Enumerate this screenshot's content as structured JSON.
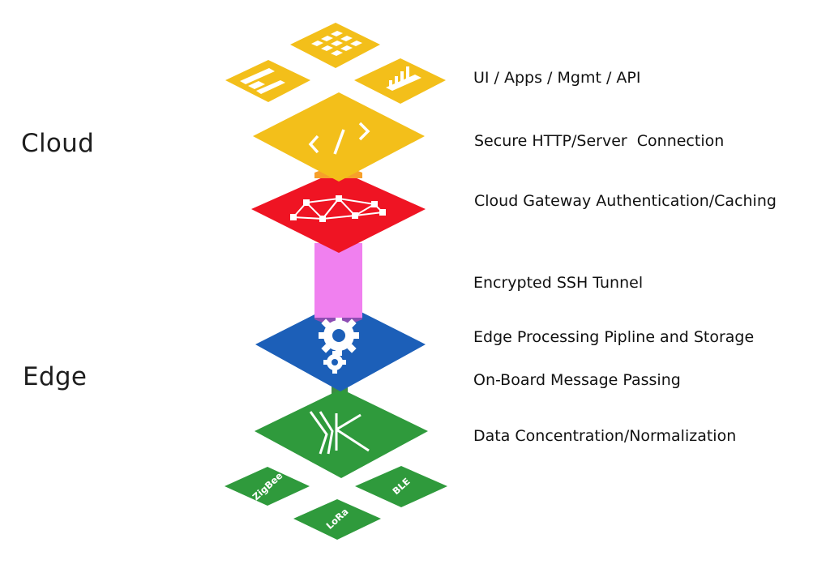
{
  "sections": {
    "cloud": "Cloud",
    "edge": "Edge"
  },
  "layers": [
    {
      "id": "ui-apps",
      "label": "UI / Apps / Mgmt / API"
    },
    {
      "id": "secure-http",
      "label": "Secure HTTP/Server  Connection"
    },
    {
      "id": "cloud-gateway",
      "label": "Cloud Gateway Authentication/Caching"
    },
    {
      "id": "ssh-tunnel",
      "label": "Encrypted SSH Tunnel"
    },
    {
      "id": "edge-processing",
      "label": "Edge Processing Pipline and Storage"
    },
    {
      "id": "message-passing",
      "label": "On-Board Message Passing"
    },
    {
      "id": "data-concentration",
      "label": "Data Concentration/Normalization"
    }
  ],
  "protocols": {
    "zigbee": "ZigBee",
    "lora": "LoRa",
    "ble": "BLE"
  },
  "colors": {
    "yellow": "#f3bf1a",
    "yellow_icon": "#ffffff",
    "red": "#ef1423",
    "magenta": "#f080ef",
    "blue": "#1c5fb8",
    "green": "#2f9a3c",
    "green_dark": "#2a8c36",
    "text": "#111111"
  },
  "icons": {
    "ui_left_tile": "layout-icon",
    "ui_top_tile": "grid-icon",
    "ui_right_tile": "bar-chart-icon",
    "secure_http": "code-icon",
    "cloud_gateway": "network-icon",
    "edge_processing": "gears-icon",
    "data_concentration": "merge-icon"
  }
}
